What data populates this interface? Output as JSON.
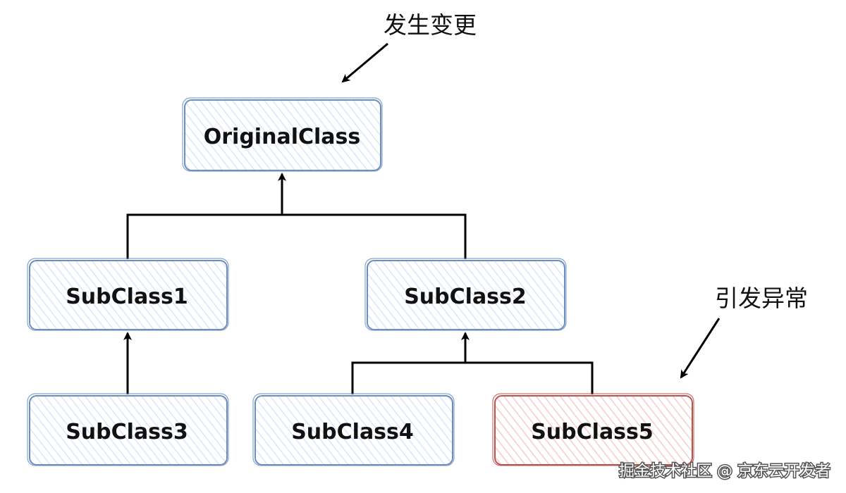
{
  "nodes": {
    "original": {
      "label": "OriginalClass",
      "state": "changed"
    },
    "sub1": {
      "label": "SubClass1",
      "state": "normal"
    },
    "sub2": {
      "label": "SubClass2",
      "state": "normal"
    },
    "sub3": {
      "label": "SubClass3",
      "state": "normal"
    },
    "sub4": {
      "label": "SubClass4",
      "state": "normal"
    },
    "sub5": {
      "label": "SubClass5",
      "state": "error"
    }
  },
  "edges": [
    {
      "child": "sub1",
      "parent": "original"
    },
    {
      "child": "sub2",
      "parent": "original"
    },
    {
      "child": "sub3",
      "parent": "sub1"
    },
    {
      "child": "sub4",
      "parent": "sub2"
    },
    {
      "child": "sub5",
      "parent": "sub2"
    }
  ],
  "annotations": {
    "changed": "发生变更",
    "error": "引发异常"
  },
  "watermark": "掘金技术社区 @ 京东云开发者",
  "colors": {
    "node_stroke": "#6c8ebf",
    "node_fill": "#dae8fc",
    "error_stroke": "#b85450",
    "error_fill": "#f8cecc",
    "line": "#000000",
    "text": "#111111"
  }
}
